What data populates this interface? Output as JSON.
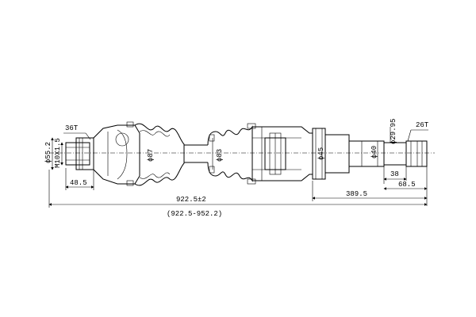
{
  "labels": {
    "spline_left": "36T",
    "spline_right": "26T",
    "thread": "M10X1.5",
    "dia_55_2": "ϕ55.2",
    "dia_87": "ϕ87",
    "dia_83": "ϕ83",
    "dia_45": "ϕ45",
    "dia_40": "ϕ40",
    "dia_29_95": "ϕ29.95",
    "len_48_5": "48.5",
    "len_38": "38",
    "len_68_5": "68.5",
    "len_389_5": "389.5",
    "len_total": "922.5±2",
    "len_range": "(922.5-952.2)"
  }
}
